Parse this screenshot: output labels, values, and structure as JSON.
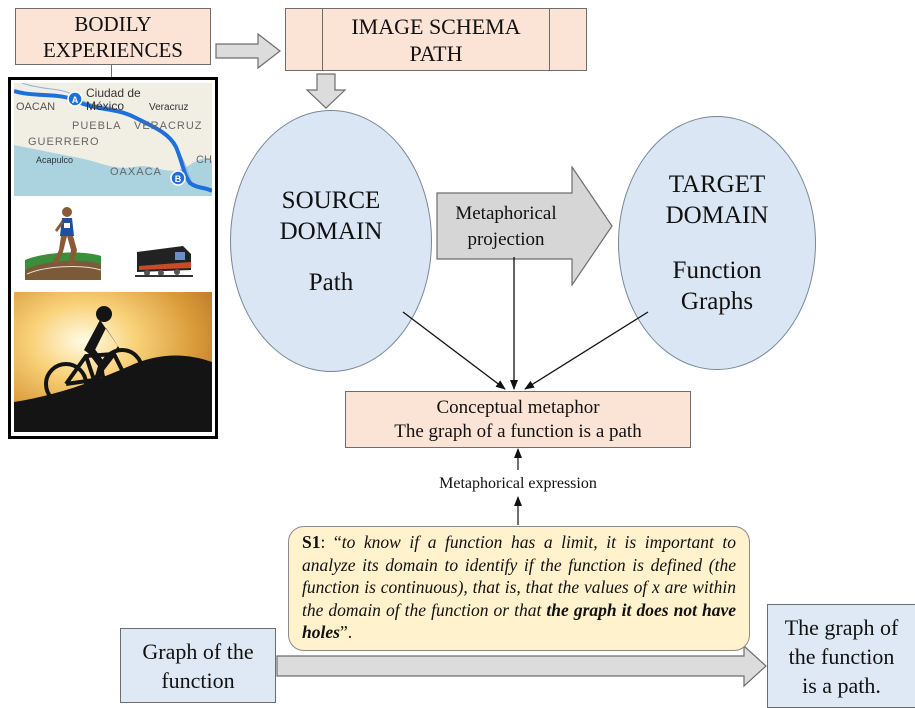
{
  "bodily": {
    "line1": "BODILY",
    "line2": "EXPERIENCES"
  },
  "schema": {
    "line1": "IMAGE SCHEMA",
    "line2": "PATH"
  },
  "map": {
    "labels": [
      "Ciudad de",
      "México",
      "Veracruz",
      "OACAN",
      "PUEBLA",
      "VERACRUZ",
      "GUERRERO",
      "Acapulco",
      "OAXACA",
      "CH"
    ],
    "marker_a": "A",
    "marker_b": "B"
  },
  "source": {
    "line1": "SOURCE",
    "line2": "DOMAIN",
    "line3": "Path"
  },
  "projection": {
    "line1": "Metaphorical",
    "line2": "projection"
  },
  "target": {
    "line1": "TARGET",
    "line2": "DOMAIN",
    "line3": "Function",
    "line4": "Graphs"
  },
  "metaphor": {
    "line1": "Conceptual metaphor",
    "line2": "The graph of a function is a path"
  },
  "expression_label": "Metaphorical expression",
  "quote": {
    "speaker": "S1",
    "sep": ": “",
    "text_italic": "to know if a function has a limit, it is important to analyze its domain to identify if the function is defined (the function is continuous), that is, that the values of x are within the domain of the function or that ",
    "text_bold": "the graph it does not have holes",
    "close": "”."
  },
  "graph_box": {
    "line1": "Graph of the",
    "line2": "function"
  },
  "conclusion": {
    "line1": "The graph of",
    "line2": "the function",
    "line3": "is a path."
  }
}
